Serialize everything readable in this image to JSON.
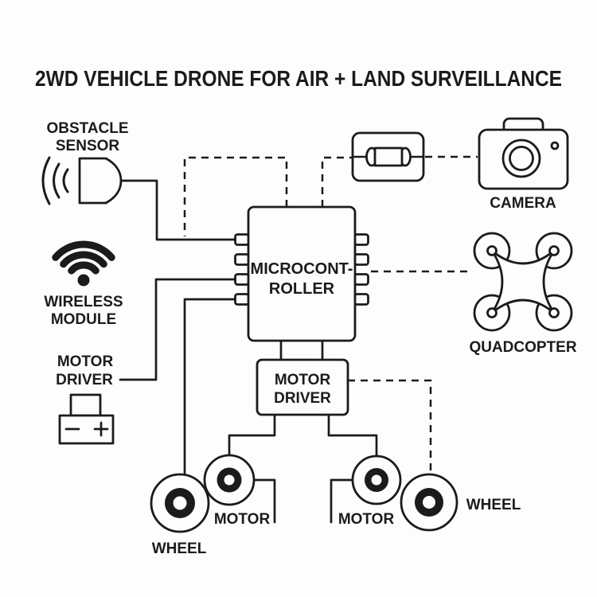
{
  "title": "2WD VEHICLE DRONE FOR AIR + LAND SURVEILLANCE",
  "colors": {
    "ink": "#1b1b1b",
    "background": "#fdfdfd"
  },
  "components": {
    "obstacle_sensor": {
      "label_line1": "OBSTACLE",
      "label_line2": "SENSOR",
      "icon": "proximity-sensor-icon"
    },
    "wireless_module": {
      "label_line1": "WIRELESS",
      "label_line2": "MODULE",
      "icon": "wifi-icon"
    },
    "motor_driver_left": {
      "label_line1": "MOTOR",
      "label_line2": "DRIVER",
      "icon": "battery-icon"
    },
    "microcontroller": {
      "label_line1": "MICROCONT-",
      "label_line2": "ROLLER"
    },
    "power_module": {
      "icon": "fuse-icon"
    },
    "camera": {
      "label": "CAMERA",
      "icon": "camera-icon"
    },
    "quadcopter": {
      "label": "QUADCOPTER",
      "icon": "quadcopter-icon"
    },
    "motor_driver_box": {
      "label_line1": "MOTOR",
      "label_line2": "DRIVER"
    },
    "motor_left": {
      "label": "MOTOR",
      "icon": "motor-icon"
    },
    "motor_right": {
      "label": "MOTOR",
      "icon": "motor-icon"
    },
    "wheel_left": {
      "label": "WHEEL",
      "icon": "wheel-icon"
    },
    "wheel_right": {
      "label": "WHEEL",
      "icon": "wheel-icon"
    }
  },
  "connections": [
    {
      "from": "obstacle-sensor",
      "to": "microcontroller-pin-L1",
      "style": "solid"
    },
    {
      "from": "motor-driver-left-label",
      "to": "microcontroller-pin-L3",
      "style": "solid"
    },
    {
      "from": "microcontroller-pin-L4",
      "to": "wheel-left",
      "style": "solid"
    },
    {
      "from": "microcontroller-top",
      "to": "power-module",
      "style": "dashed"
    },
    {
      "from": "microcontroller-top",
      "to": "obstacle-sensor-wire",
      "style": "dashed"
    },
    {
      "from": "power-module",
      "to": "camera",
      "style": "dashed"
    },
    {
      "from": "microcontroller-right",
      "to": "quadcopter",
      "style": "dashed"
    },
    {
      "from": "microcontroller-bottom",
      "to": "motor-driver-box",
      "style": "solid"
    },
    {
      "from": "motor-driver-box",
      "to": "motor-left",
      "style": "solid"
    },
    {
      "from": "motor-driver-box",
      "to": "motor-right",
      "style": "solid"
    },
    {
      "from": "motor-driver-box",
      "to": "wheel-right",
      "style": "dashed"
    }
  ]
}
